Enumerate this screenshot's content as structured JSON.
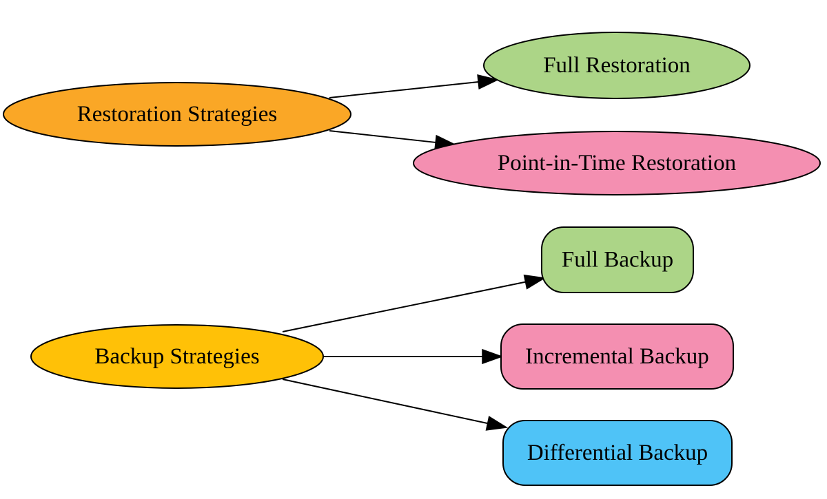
{
  "diagram": {
    "nodes": [
      {
        "id": "restoration",
        "label": "Restoration Strategies",
        "shape": "ellipse",
        "fill": "#FAA726"
      },
      {
        "id": "full_restoration",
        "label": "Full Restoration",
        "shape": "ellipse",
        "fill": "#ACD587"
      },
      {
        "id": "pit_restoration",
        "label": "Point-in-Time Restoration",
        "shape": "ellipse",
        "fill": "#F48FB1"
      },
      {
        "id": "backup",
        "label": "Backup Strategies",
        "shape": "ellipse",
        "fill": "#FFC107"
      },
      {
        "id": "full_backup",
        "label": "Full Backup",
        "shape": "rounded-box",
        "fill": "#ACD587"
      },
      {
        "id": "incremental_backup",
        "label": "Incremental Backup",
        "shape": "rounded-box",
        "fill": "#F48FB1"
      },
      {
        "id": "differential_backup",
        "label": "Differential Backup",
        "shape": "rounded-box",
        "fill": "#4FC3F7"
      }
    ],
    "edges": [
      {
        "from": "restoration",
        "to": "full_restoration"
      },
      {
        "from": "restoration",
        "to": "pit_restoration"
      },
      {
        "from": "backup",
        "to": "full_backup"
      },
      {
        "from": "backup",
        "to": "incremental_backup"
      },
      {
        "from": "backup",
        "to": "differential_backup"
      }
    ]
  }
}
